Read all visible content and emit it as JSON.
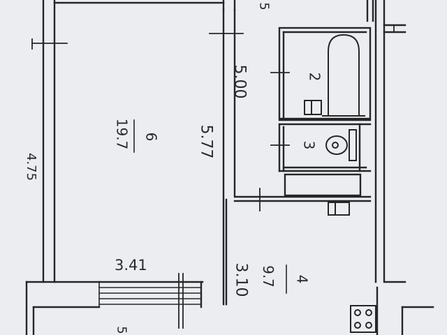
{
  "plan": {
    "rooms": [
      {
        "number": "6",
        "area": "19.7"
      },
      {
        "number": "2"
      },
      {
        "number": "3"
      },
      {
        "number": "4",
        "area": "9.7"
      }
    ],
    "dimensions": [
      "3.41",
      "5.77",
      "5.00",
      "3.10"
    ],
    "edge_fragments": [
      "5",
      "4.75",
      "5"
    ]
  }
}
